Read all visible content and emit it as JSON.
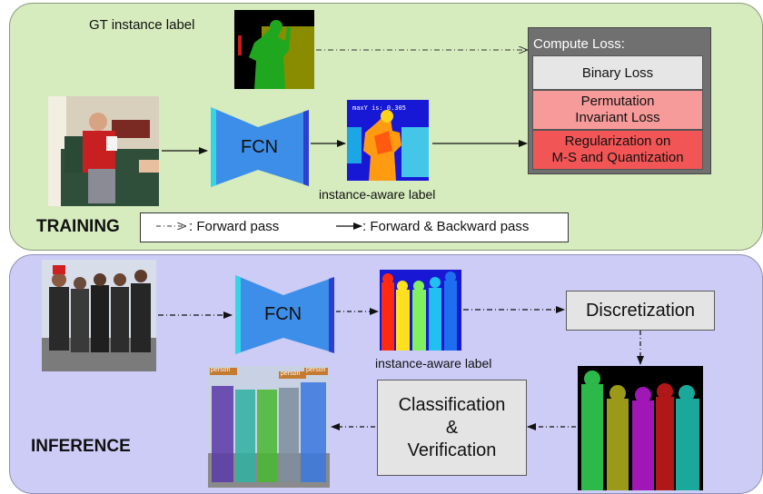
{
  "training": {
    "title": "TRAINING",
    "gt_label": "GT instance label",
    "fcn_label": "FCN",
    "output_caption": "instance-aware label",
    "output_overlay_text": "maxY is: 0.305",
    "loss": {
      "header": "Compute Loss:",
      "binary": "Binary Loss",
      "permutation_line1": "Permutation",
      "permutation_line2": "Invariant Loss",
      "regularization_line1": "Regularization on",
      "regularization_line2": "M-S and Quantization"
    },
    "legend": {
      "forward": ": Forward pass",
      "forward_backward": ": Forward & Backward pass"
    }
  },
  "inference": {
    "title": "INFERENCE",
    "fcn_label": "FCN",
    "output_caption": "instance-aware label",
    "discretization": "Discretization",
    "classification_line1": "Classification",
    "classification_line2": "&",
    "classification_line3": "Verification",
    "detection_label": "person"
  },
  "colors": {
    "training_bg": "#d6ebbe",
    "inference_bg": "#ccccf7",
    "fcn_blue": "#3d8ee8",
    "fcn_cyan_edge": "#34d6e6",
    "fcn_dark_edge": "#2b3fd0",
    "loss_header_bg": "#707070",
    "binary_loss_bg": "#e6e6e6",
    "permutation_bg": "#f79a9a",
    "regularization_bg": "#f25555",
    "process_box_bg": "#e4e4e4"
  }
}
